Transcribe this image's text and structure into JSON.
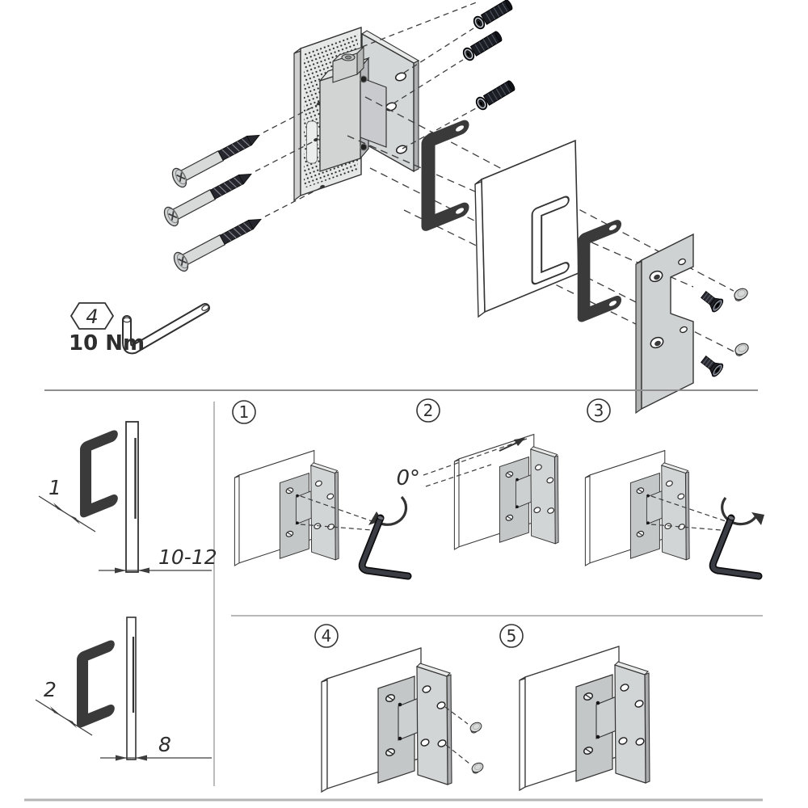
{
  "meta": {
    "background_color": "#ffffff",
    "line_color": "#3d3d3d",
    "gasket_color": "#3a3a3a",
    "screw_dark_color": "#1c1e26",
    "plate_gray_color": "#d3d6d6",
    "divider_color": "#9a9a9a"
  },
  "exploded_view": {
    "tool_callout": {
      "size": "4",
      "torque": "10 Nm"
    },
    "parts": [
      "wall-anchor-screws",
      "knurled-wall-plate",
      "hinge-body",
      "door-leaf-plate",
      "door-fixing-screws",
      "glass-gasket",
      "glass-panel",
      "glass-gasket",
      "cover-plate",
      "countersunk-cover-screws",
      "cover-caps",
      "allen-key"
    ]
  },
  "dimension_panel": {
    "top": {
      "gasket_thickness": "1",
      "glass_thickness": "10-12"
    },
    "bottom": {
      "gasket_thickness": "2",
      "glass_thickness": "8"
    }
  },
  "steps": {
    "angle_label": "0°",
    "items": [
      {
        "number": "1"
      },
      {
        "number": "2"
      },
      {
        "number": "3"
      },
      {
        "number": "4"
      },
      {
        "number": "5"
      }
    ]
  }
}
